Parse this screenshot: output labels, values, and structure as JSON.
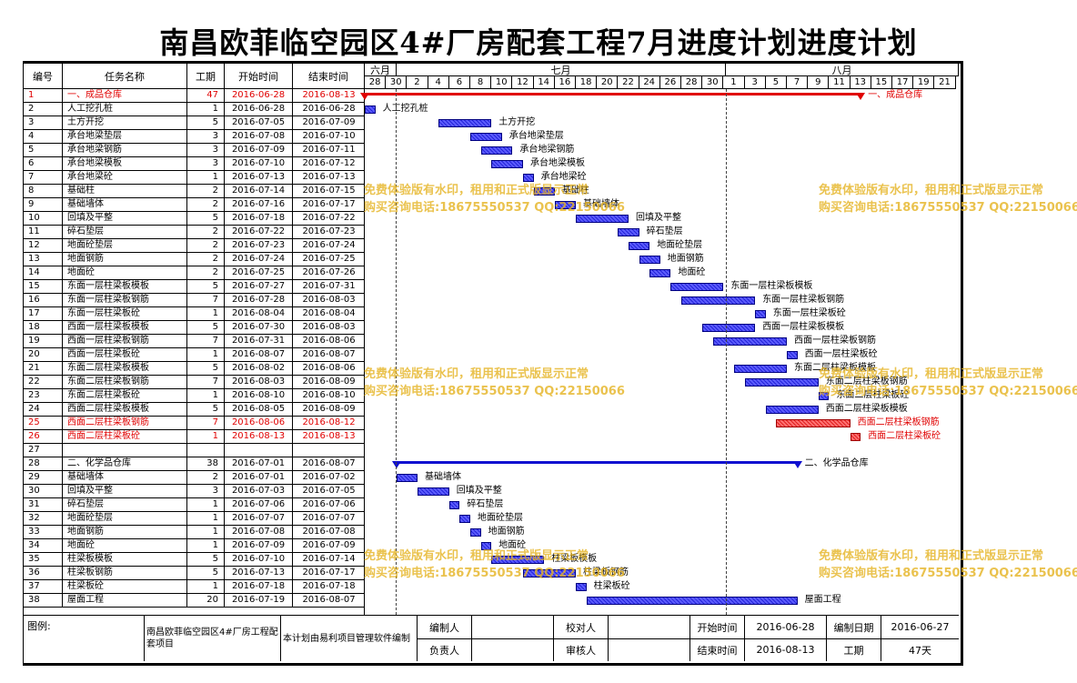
{
  "title": "南昌欧菲临空园区4#厂房配套工程7月进度计划进度计划",
  "headers": {
    "id": "编号",
    "name": "任务名称",
    "duration": "工期",
    "start": "开始时间",
    "end": "结束时间"
  },
  "months": [
    "六月",
    "七月",
    "八月"
  ],
  "days": [
    "28",
    "30",
    "2",
    "4",
    "6",
    "8",
    "10",
    "12",
    "14",
    "16",
    "18",
    "20",
    "22",
    "24",
    "26",
    "28",
    "30",
    "1",
    "3",
    "5",
    "7",
    "9",
    "11",
    "13",
    "15",
    "17",
    "19",
    "21"
  ],
  "tasks": [
    {
      "id": "1",
      "name": "一、成品仓库",
      "dur": "47",
      "start": "2016-06-28",
      "end": "2016-08-13",
      "red": true,
      "summary": true,
      "s": 0,
      "e": 47,
      "label": "一、成品仓库"
    },
    {
      "id": "2",
      "name": "人工挖孔桩",
      "dur": "1",
      "start": "2016-06-28",
      "end": "2016-06-28",
      "s": 0,
      "e": 1,
      "label": "人工挖孔桩"
    },
    {
      "id": "3",
      "name": "土方开挖",
      "dur": "5",
      "start": "2016-07-05",
      "end": "2016-07-09",
      "s": 7,
      "e": 12,
      "label": "土方开挖"
    },
    {
      "id": "4",
      "name": "承台地梁垫层",
      "dur": "3",
      "start": "2016-07-08",
      "end": "2016-07-10",
      "s": 10,
      "e": 13,
      "label": "承台地梁垫层"
    },
    {
      "id": "5",
      "name": "承台地梁钢筋",
      "dur": "3",
      "start": "2016-07-09",
      "end": "2016-07-11",
      "s": 11,
      "e": 14,
      "label": "承台地梁钢筋"
    },
    {
      "id": "6",
      "name": "承台地梁模板",
      "dur": "3",
      "start": "2016-07-10",
      "end": "2016-07-12",
      "s": 12,
      "e": 15,
      "label": "承台地梁模板"
    },
    {
      "id": "7",
      "name": "承台地梁砼",
      "dur": "1",
      "start": "2016-07-13",
      "end": "2016-07-13",
      "s": 15,
      "e": 16,
      "label": "承台地梁砼"
    },
    {
      "id": "8",
      "name": "基础柱",
      "dur": "2",
      "start": "2016-07-14",
      "end": "2016-07-15",
      "s": 16,
      "e": 18,
      "label": "基础柱"
    },
    {
      "id": "9",
      "name": "基础墙体",
      "dur": "2",
      "start": "2016-07-16",
      "end": "2016-07-17",
      "s": 18,
      "e": 20,
      "label": "基础墙体"
    },
    {
      "id": "10",
      "name": "回填及平整",
      "dur": "5",
      "start": "2016-07-18",
      "end": "2016-07-22",
      "s": 20,
      "e": 25,
      "label": "回填及平整"
    },
    {
      "id": "11",
      "name": "碎石垫层",
      "dur": "2",
      "start": "2016-07-22",
      "end": "2016-07-23",
      "s": 24,
      "e": 26,
      "label": "碎石垫层"
    },
    {
      "id": "12",
      "name": "地面砼垫层",
      "dur": "2",
      "start": "2016-07-23",
      "end": "2016-07-24",
      "s": 25,
      "e": 27,
      "label": "地面砼垫层"
    },
    {
      "id": "13",
      "name": "地面钢筋",
      "dur": "2",
      "start": "2016-07-24",
      "end": "2016-07-25",
      "s": 26,
      "e": 28,
      "label": "地面钢筋"
    },
    {
      "id": "14",
      "name": "地面砼",
      "dur": "2",
      "start": "2016-07-25",
      "end": "2016-07-26",
      "s": 27,
      "e": 29,
      "label": "地面砼"
    },
    {
      "id": "15",
      "name": "东面一层柱梁板模板",
      "dur": "5",
      "start": "2016-07-27",
      "end": "2016-07-31",
      "s": 29,
      "e": 34,
      "label": "东面一层柱梁板模板"
    },
    {
      "id": "16",
      "name": "东面一层柱梁板钢筋",
      "dur": "7",
      "start": "2016-07-28",
      "end": "2016-08-03",
      "s": 30,
      "e": 37,
      "label": "东面一层柱梁板钢筋"
    },
    {
      "id": "17",
      "name": "东面一层柱梁板砼",
      "dur": "1",
      "start": "2016-08-04",
      "end": "2016-08-04",
      "s": 37,
      "e": 38,
      "label": "东面一层柱梁板砼"
    },
    {
      "id": "18",
      "name": "西面一层柱梁板模板",
      "dur": "5",
      "start": "2016-07-30",
      "end": "2016-08-03",
      "s": 32,
      "e": 37,
      "label": "西面一层柱梁板模板"
    },
    {
      "id": "19",
      "name": "西面一层柱梁板钢筋",
      "dur": "7",
      "start": "2016-07-31",
      "end": "2016-08-06",
      "s": 33,
      "e": 40,
      "label": "西面一层柱梁板钢筋"
    },
    {
      "id": "20",
      "name": "西面一层柱梁板砼",
      "dur": "1",
      "start": "2016-08-07",
      "end": "2016-08-07",
      "s": 40,
      "e": 41,
      "label": "西面一层柱梁板砼"
    },
    {
      "id": "21",
      "name": "东面二层柱梁板模板",
      "dur": "5",
      "start": "2016-08-02",
      "end": "2016-08-06",
      "s": 35,
      "e": 40,
      "label": "东面二层柱梁板模板"
    },
    {
      "id": "22",
      "name": "东面二层柱梁板钢筋",
      "dur": "7",
      "start": "2016-08-03",
      "end": "2016-08-09",
      "s": 36,
      "e": 43,
      "label": "东面二层柱梁板钢筋"
    },
    {
      "id": "23",
      "name": "东面二层柱梁板砼",
      "dur": "1",
      "start": "2016-08-10",
      "end": "2016-08-10",
      "s": 43,
      "e": 44,
      "label": "东面二层柱梁板砼"
    },
    {
      "id": "24",
      "name": "西面二层柱梁板模板",
      "dur": "5",
      "start": "2016-08-05",
      "end": "2016-08-09",
      "s": 38,
      "e": 43,
      "label": "西面二层柱梁板模板"
    },
    {
      "id": "25",
      "name": "西面二层柱梁板钢筋",
      "dur": "7",
      "start": "2016-08-06",
      "end": "2016-08-12",
      "red": true,
      "s": 39,
      "e": 46,
      "label": "西面二层柱梁板钢筋"
    },
    {
      "id": "26",
      "name": "西面二层柱梁板砼",
      "dur": "1",
      "start": "2016-08-13",
      "end": "2016-08-13",
      "red": true,
      "s": 46,
      "e": 47,
      "label": "西面二层柱梁板砼"
    },
    {
      "id": "27",
      "name": "",
      "dur": "",
      "start": "",
      "end": "",
      "empty": true
    },
    {
      "id": "28",
      "name": "二、化学品仓库",
      "dur": "38",
      "start": "2016-07-01",
      "end": "2016-08-07",
      "summary": true,
      "s": 3,
      "e": 41,
      "label": "二、化学品仓库"
    },
    {
      "id": "29",
      "name": "基础墙体",
      "dur": "2",
      "start": "2016-07-01",
      "end": "2016-07-02",
      "s": 3,
      "e": 5,
      "label": "基础墙体"
    },
    {
      "id": "30",
      "name": "回填及平整",
      "dur": "3",
      "start": "2016-07-03",
      "end": "2016-07-05",
      "s": 5,
      "e": 8,
      "label": "回填及平整"
    },
    {
      "id": "31",
      "name": "碎石垫层",
      "dur": "1",
      "start": "2016-07-06",
      "end": "2016-07-06",
      "s": 8,
      "e": 9,
      "label": "碎石垫层"
    },
    {
      "id": "32",
      "name": "地面砼垫层",
      "dur": "1",
      "start": "2016-07-07",
      "end": "2016-07-07",
      "s": 9,
      "e": 10,
      "label": "地面砼垫层"
    },
    {
      "id": "33",
      "name": "地面钢筋",
      "dur": "1",
      "start": "2016-07-08",
      "end": "2016-07-08",
      "s": 10,
      "e": 11,
      "label": "地面钢筋"
    },
    {
      "id": "34",
      "name": "地面砼",
      "dur": "1",
      "start": "2016-07-09",
      "end": "2016-07-09",
      "s": 11,
      "e": 12,
      "label": "地面砼"
    },
    {
      "id": "35",
      "name": "柱梁板模板",
      "dur": "5",
      "start": "2016-07-10",
      "end": "2016-07-14",
      "s": 12,
      "e": 17,
      "label": "柱梁板模板"
    },
    {
      "id": "36",
      "name": "柱梁板钢筋",
      "dur": "5",
      "start": "2016-07-13",
      "end": "2016-07-17",
      "s": 15,
      "e": 20,
      "label": "柱梁板钢筋"
    },
    {
      "id": "37",
      "name": "柱梁板砼",
      "dur": "1",
      "start": "2016-07-18",
      "end": "2016-07-18",
      "s": 20,
      "e": 21,
      "label": "柱梁板砼"
    },
    {
      "id": "38",
      "name": "屋面工程",
      "dur": "20",
      "start": "2016-07-19",
      "end": "2016-08-07",
      "s": 21,
      "e": 41,
      "label": "屋面工程"
    }
  ],
  "watermark": {
    "line1": "免费体验版有水印，租用和正式版显示正常",
    "line2": "购买咨询电话:18675550537 QQ:22150066"
  },
  "footer": {
    "legend": "图例:",
    "project": "南昌欧菲临空园区4#厂房工程配套项目",
    "software": "本计划由易利项目管理软件编制",
    "editor_label": "编制人",
    "checker_label": "校对人",
    "start_label": "开始时间",
    "start_value": "2016-06-28",
    "date_label": "编制日期",
    "date_value": "2016-06-27",
    "owner_label": "负责人",
    "reviewer_label": "审核人",
    "end_label": "结束时间",
    "end_value": "2016-08-13",
    "duration_label": "工期",
    "duration_value": "47天"
  },
  "colors": {
    "bar": "#3a3aff",
    "critical": "#e00000",
    "watermark": "#e6b422"
  }
}
